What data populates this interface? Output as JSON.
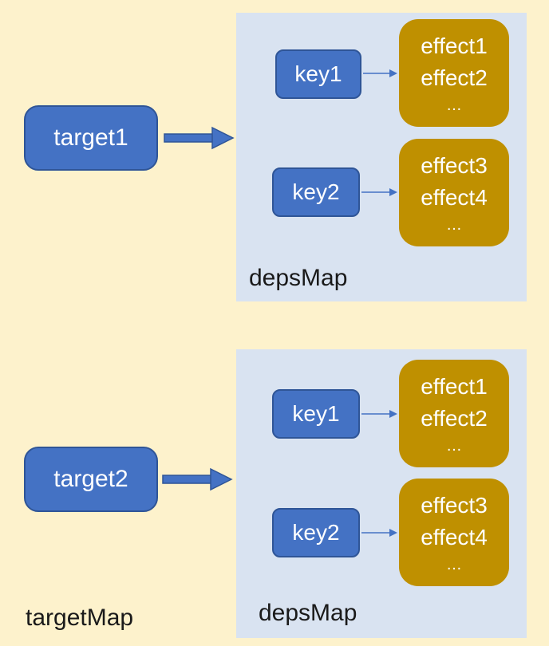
{
  "groups": [
    {
      "target": "target1",
      "depsmap_label": "depsMap",
      "entries": [
        {
          "key": "key1",
          "effects": [
            "effect1",
            "effect2",
            "…"
          ]
        },
        {
          "key": "key2",
          "effects": [
            "effect3",
            "effect4",
            "…"
          ]
        }
      ]
    },
    {
      "target": "target2",
      "depsmap_label": "depsMap",
      "entries": [
        {
          "key": "key1",
          "effects": [
            "effect1",
            "effect2",
            "…"
          ]
        },
        {
          "key": "key2",
          "effects": [
            "effect3",
            "effect4",
            "…"
          ]
        }
      ]
    }
  ],
  "targetmap_label": "targetMap",
  "colors": {
    "background": "#fdf2cc",
    "panel": "#d9e3f1",
    "node_blue": "#4472c4",
    "node_border": "#2f5597",
    "effects_gold": "#bf9000"
  }
}
